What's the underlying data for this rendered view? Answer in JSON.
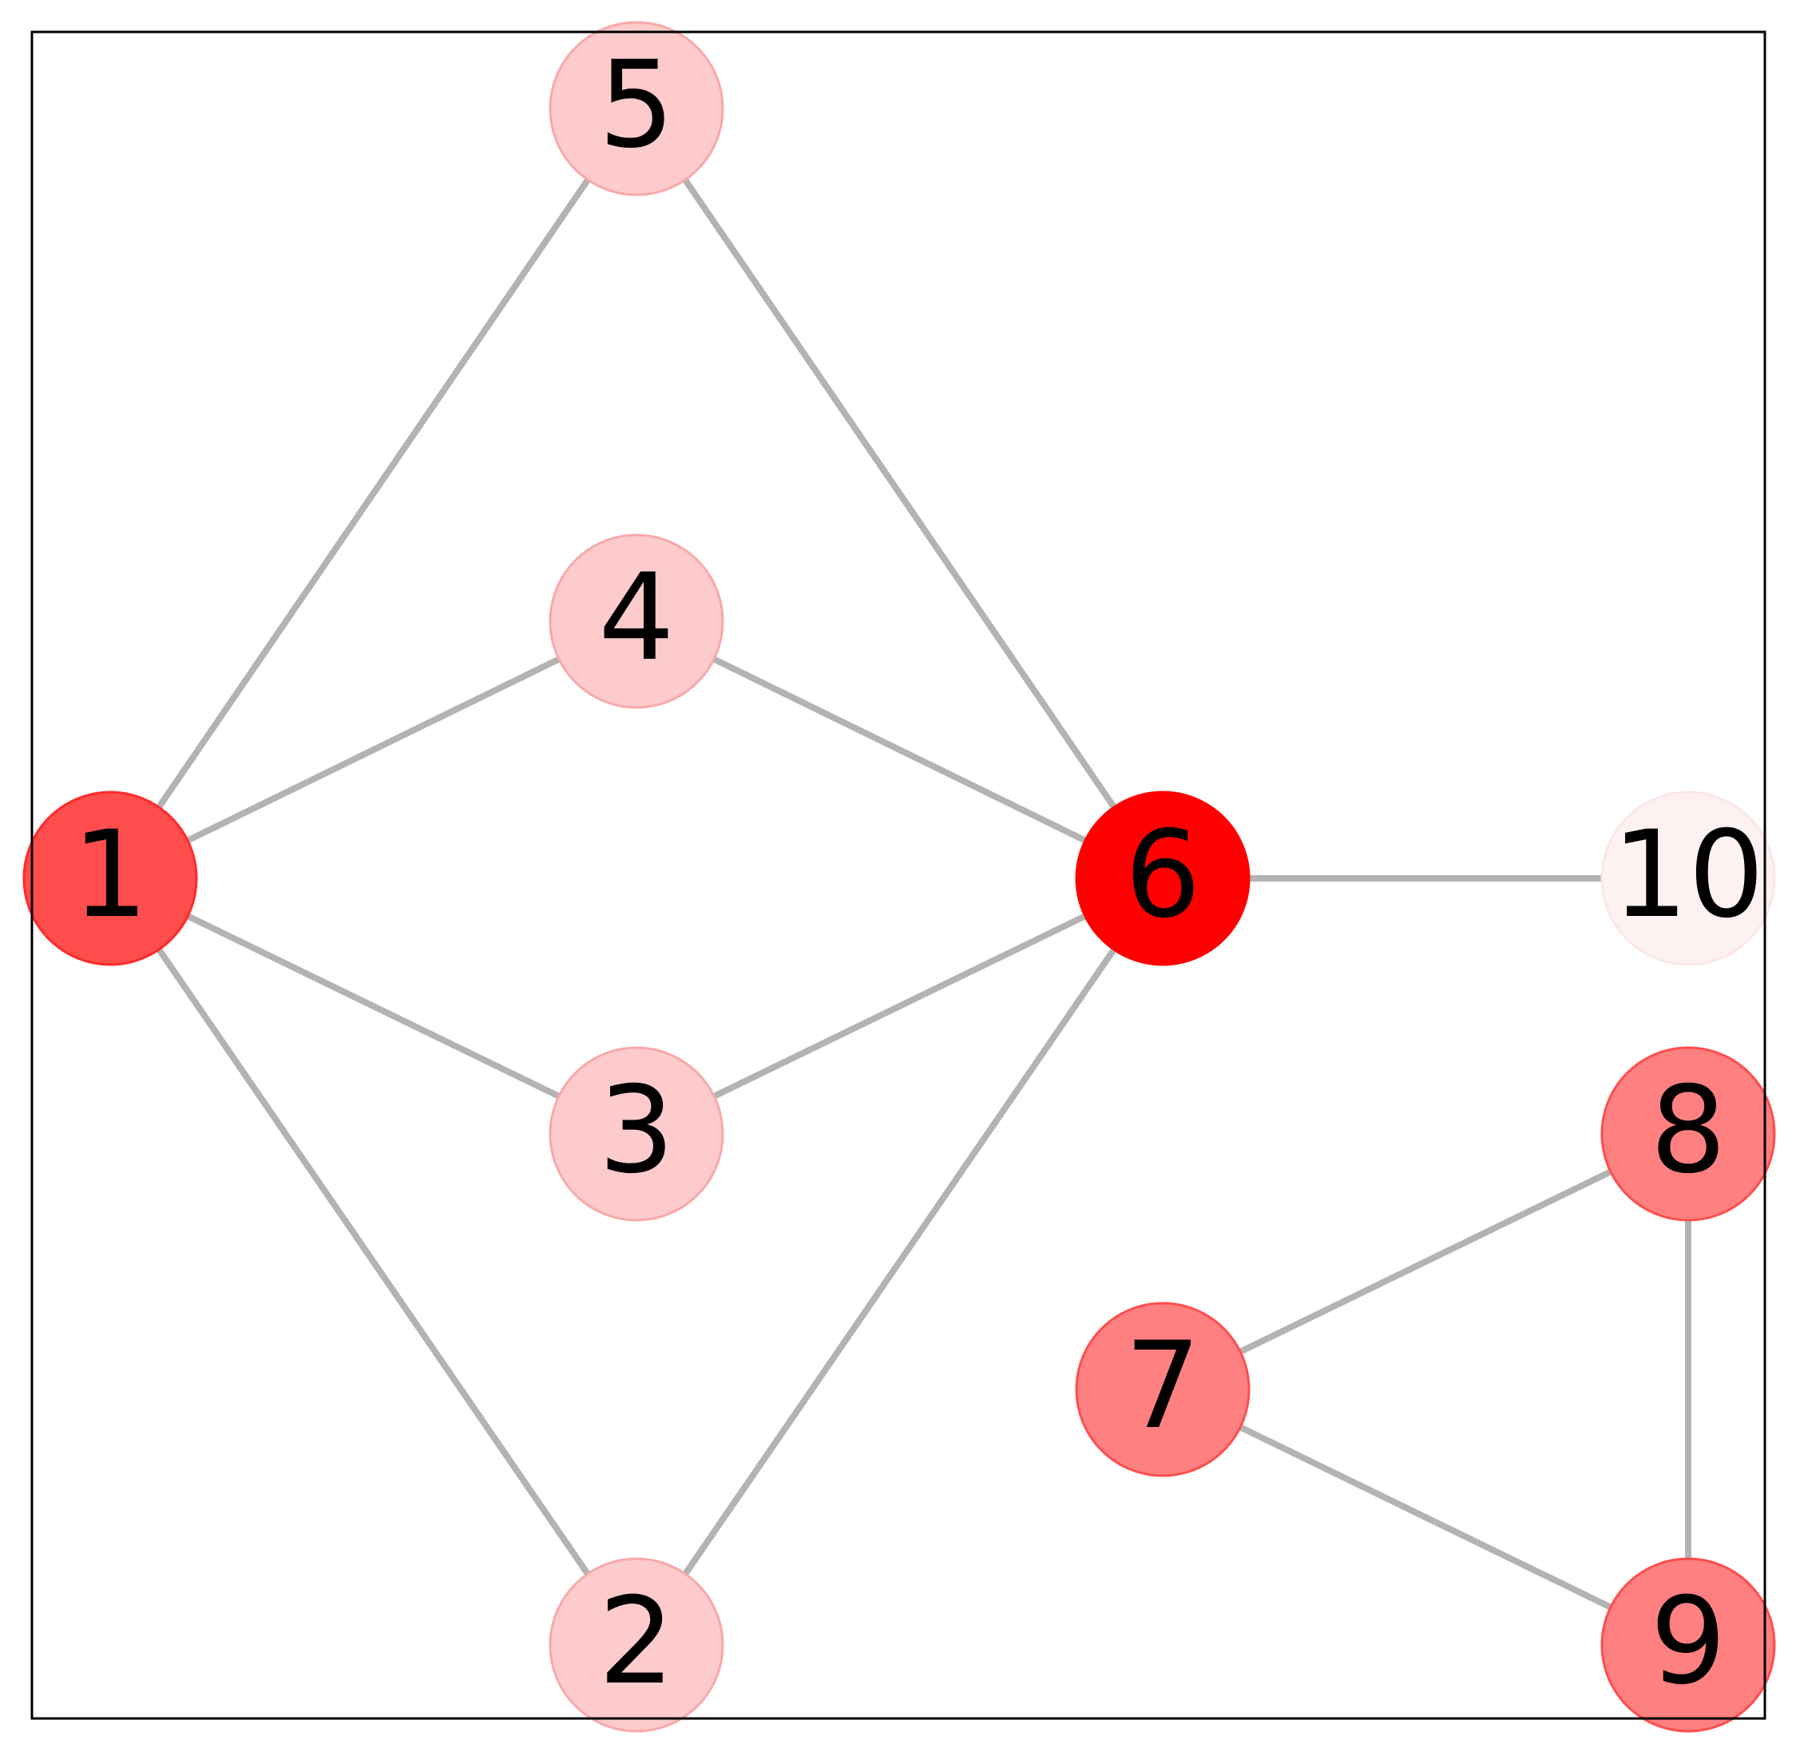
{
  "graph": {
    "nodes": [
      {
        "id": "1",
        "label": "1",
        "fill": "#ff4d4d",
        "edgecolor": "#ff2a2a"
      },
      {
        "id": "2",
        "label": "2",
        "fill": "#fdcbcb",
        "edgecolor": "#f9a8a8"
      },
      {
        "id": "3",
        "label": "3",
        "fill": "#fdcbcb",
        "edgecolor": "#f9a8a8"
      },
      {
        "id": "4",
        "label": "4",
        "fill": "#fdcbcb",
        "edgecolor": "#f9a8a8"
      },
      {
        "id": "5",
        "label": "5",
        "fill": "#fdcbcb",
        "edgecolor": "#f9a8a8"
      },
      {
        "id": "6",
        "label": "6",
        "fill": "#ff0000",
        "edgecolor": "#ff0000"
      },
      {
        "id": "7",
        "label": "7",
        "fill": "#ff8080",
        "edgecolor": "#ff4d4d"
      },
      {
        "id": "8",
        "label": "8",
        "fill": "#ff8080",
        "edgecolor": "#ff4d4d"
      },
      {
        "id": "9",
        "label": "9",
        "fill": "#ff8080",
        "edgecolor": "#ff4d4d"
      },
      {
        "id": "10",
        "label": "10",
        "fill": "#fdf1f1",
        "edgecolor": "#fde6e6"
      }
    ],
    "edges": [
      [
        "1",
        "5"
      ],
      [
        "1",
        "4"
      ],
      [
        "1",
        "3"
      ],
      [
        "1",
        "2"
      ],
      [
        "5",
        "6"
      ],
      [
        "4",
        "6"
      ],
      [
        "3",
        "6"
      ],
      [
        "2",
        "6"
      ],
      [
        "6",
        "10"
      ],
      [
        "7",
        "8"
      ],
      [
        "7",
        "9"
      ],
      [
        "8",
        "9"
      ]
    ],
    "edge_color": "#b3b3b3",
    "frame_color": "#000000"
  }
}
